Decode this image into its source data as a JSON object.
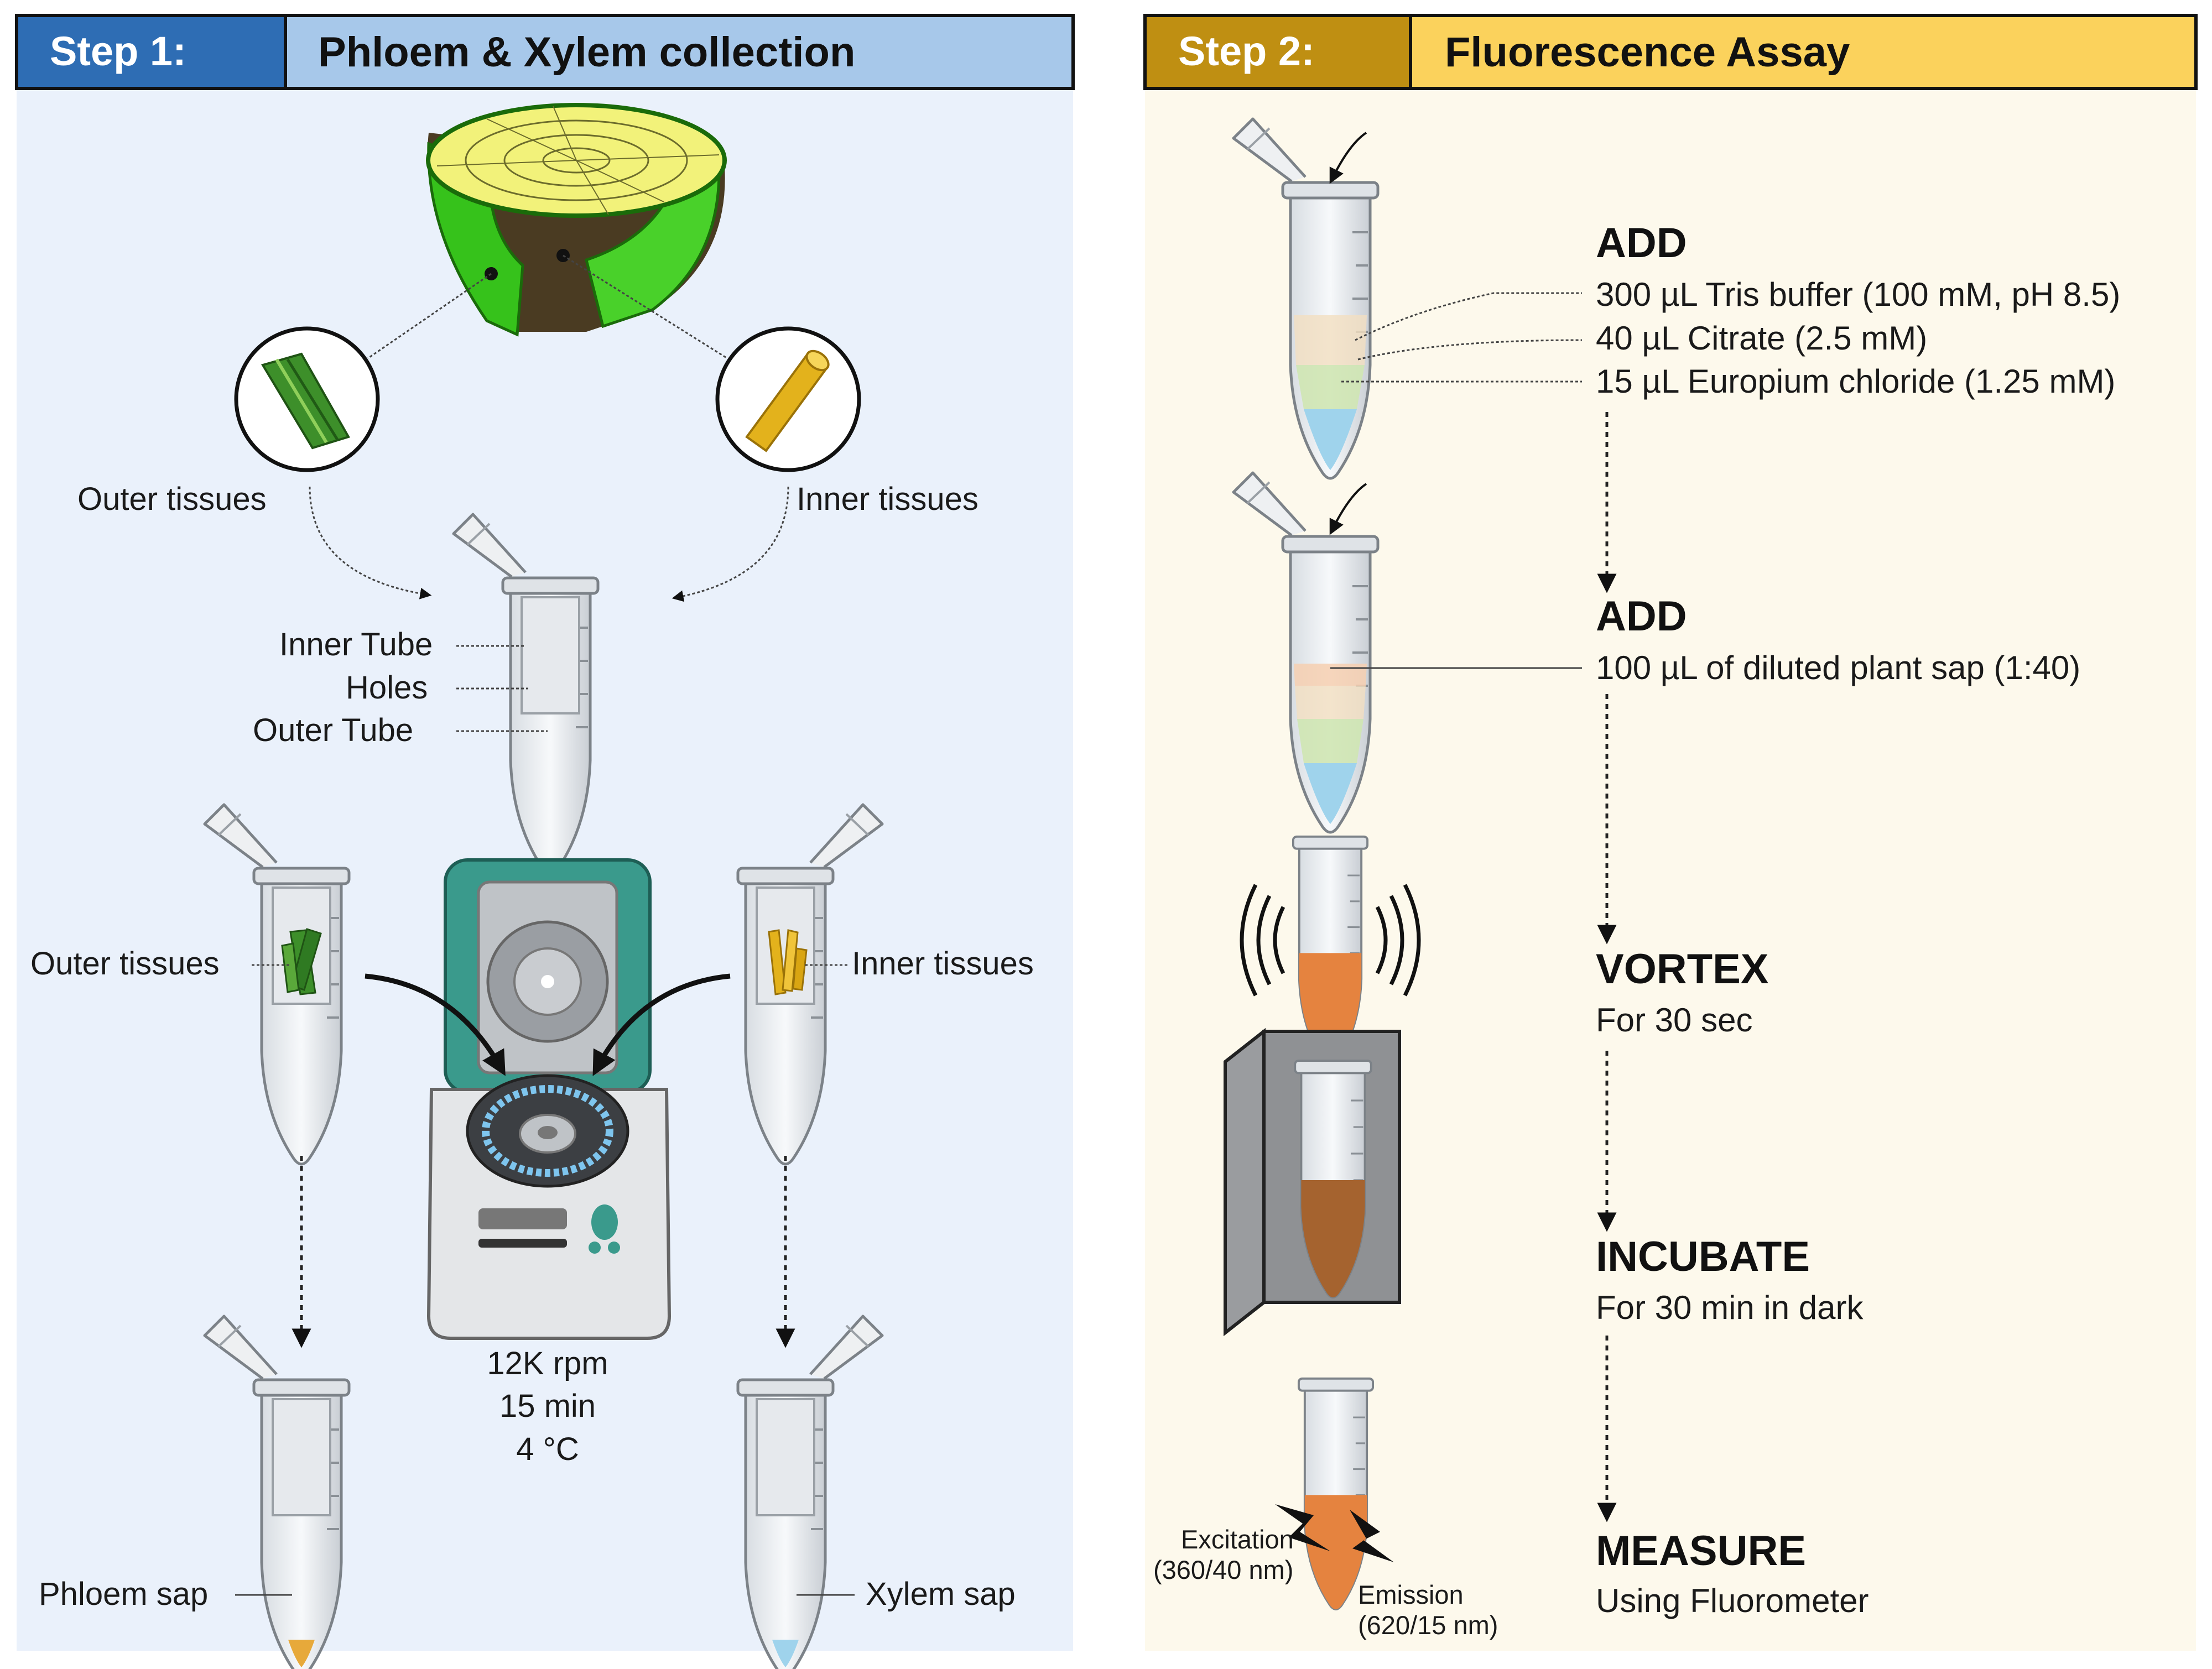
{
  "step1": {
    "number": "Step 1:",
    "title": "Phloem & Xylem collection",
    "outer_tissues": "Outer tissues",
    "inner_tissues": "Inner tissues",
    "inner_tube": "Inner Tube",
    "holes": "Holes",
    "outer_tube": "Outer Tube",
    "centrifuge_rpm": "12K rpm",
    "centrifuge_time": "15 min",
    "centrifuge_temp": "4 °C",
    "phloem_sap": "Phloem sap",
    "xylem_sap": "Xylem sap"
  },
  "step2": {
    "number": "Step 2:",
    "title": "Fluorescence Assay",
    "add1_title": "ADD",
    "add1_line1": "300 µL Tris buffer (100 mM, pH 8.5)",
    "add1_line2": "40 µL Citrate  (2.5 mM)",
    "add1_line3": "15 µL Europium  chloride  (1.25 mM)",
    "add2_title": "ADD",
    "add2_line1": "100 µL of diluted plant sap (1:40)",
    "vortex_title": "VORTEX",
    "vortex_sub": "For 30 sec",
    "incubate_title": "INCUBATE",
    "incubate_sub": "For 30 min in dark",
    "measure_title": "MEASURE",
    "measure_sub": "Using Fluorometer",
    "excitation": "Excitation",
    "excitation_nm": "(360/40 nm)",
    "emission": "Emission",
    "emission_nm": "(620/15 nm)"
  },
  "colors": {
    "step1_number_bg": "#2E6DB4",
    "step1_title_bg": "#A7C8EA",
    "step1_panel_bg": "#EAF1FB",
    "step2_number_bg": "#BF8F12",
    "step2_title_bg": "#FBD25C",
    "step2_panel_bg": "#FDF9EC",
    "phloem_sap": "#E7A93A",
    "xylem_sap": "#9FD3EC",
    "mixture": "#E5833F"
  }
}
